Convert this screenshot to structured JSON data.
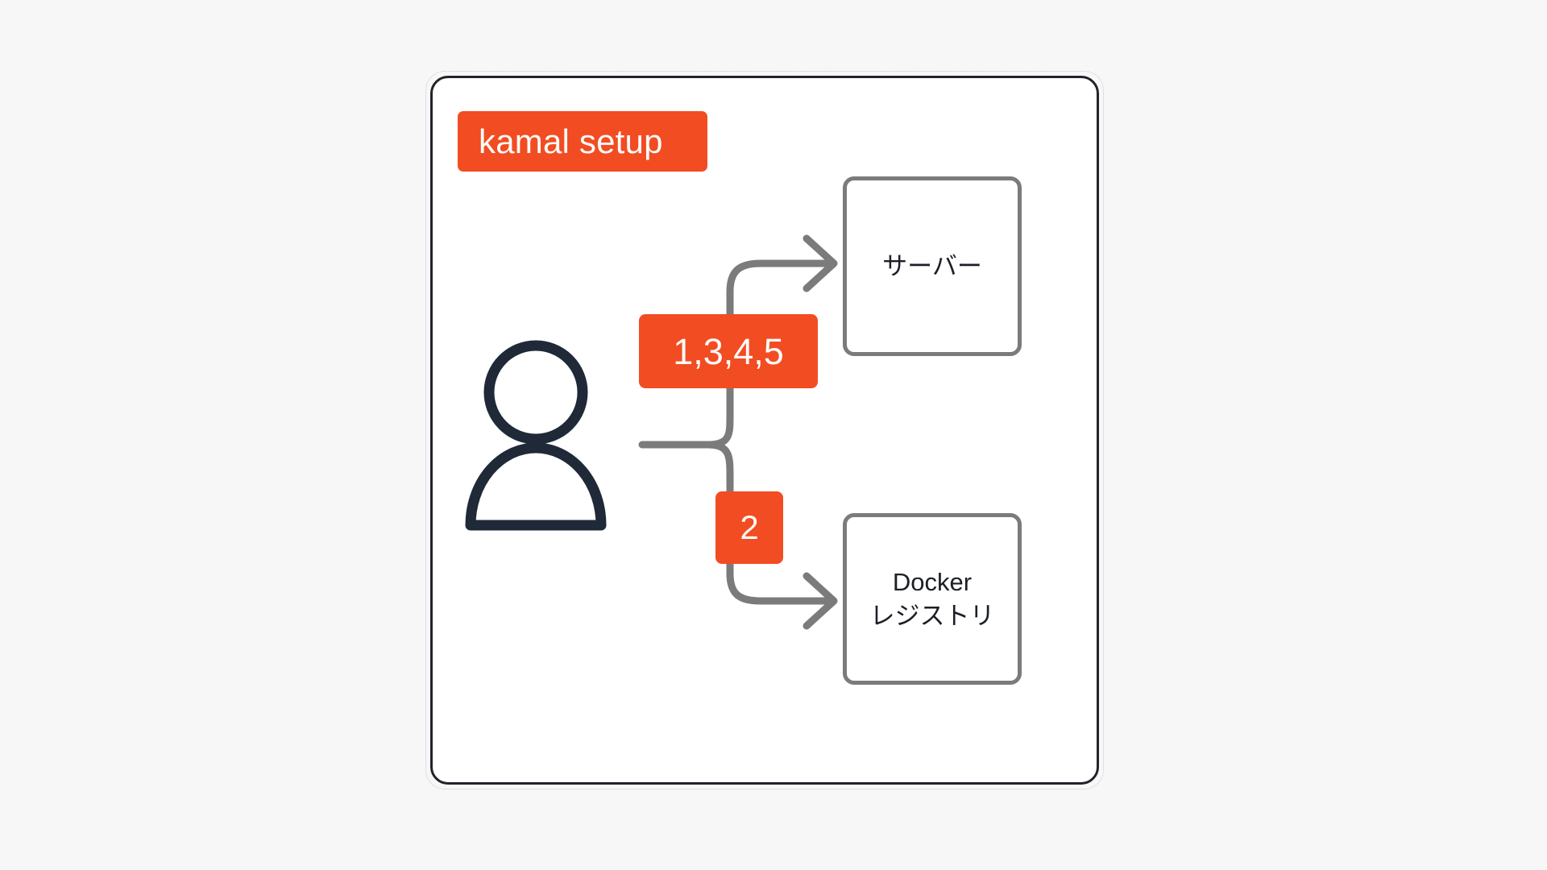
{
  "diagram": {
    "title_label": "kamal setup",
    "actor": {
      "icon": "person-icon",
      "label": ""
    },
    "edges": [
      {
        "id": "to-server",
        "badge": "1,3,4,5",
        "from": "person-icon",
        "to": "server"
      },
      {
        "id": "to-registry",
        "badge": "2",
        "from": "person-icon",
        "to": "docker-registry"
      }
    ],
    "nodes": [
      {
        "id": "server",
        "lines": [
          "サーバー"
        ]
      },
      {
        "id": "docker-registry",
        "lines": [
          "Docker",
          "レジストリ"
        ]
      }
    ]
  },
  "colors": {
    "accent_orange": "#f24c22",
    "badge_text": "#fdfbf9",
    "node_border": "#7b7b7b",
    "connector": "#7b7b7b",
    "person": "#1f2937",
    "card_border": "#20232a",
    "page_background": "#f7f7f8",
    "card_background": "#ffffff",
    "node_text": "#1c1f26"
  }
}
